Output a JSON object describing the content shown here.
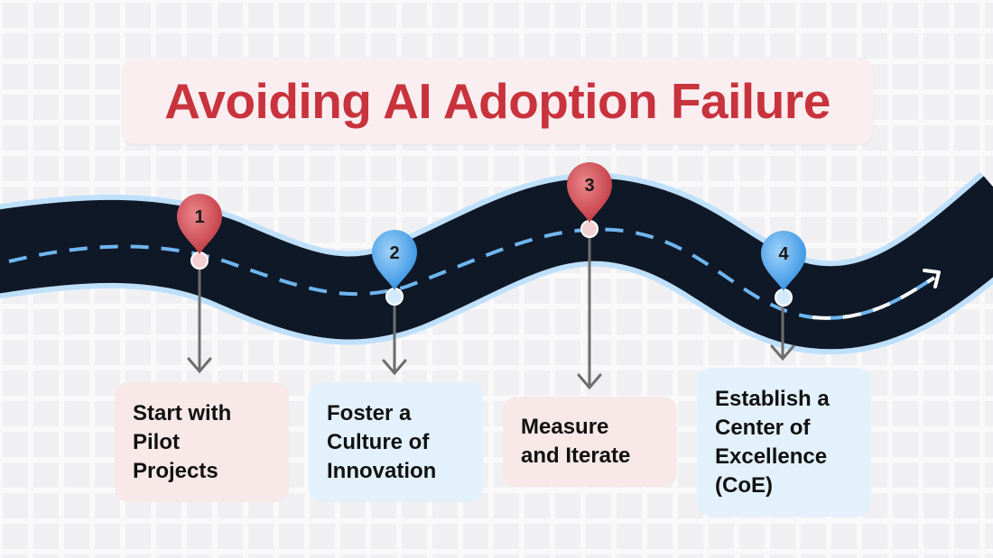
{
  "title": "Avoiding AI Adoption Failure",
  "colors": {
    "red": "#c8333d",
    "blue": "#3a9de8",
    "road": "#0f1826",
    "road_edge": "#bfe0fb",
    "card_red": "#f8e8e8",
    "card_blue": "#e3f1fc"
  },
  "steps": [
    {
      "number": "1",
      "label": "Start with\nPilot\nProjects",
      "color": "red"
    },
    {
      "number": "2",
      "label": "Foster a\nCulture of\nInnovation",
      "color": "blue"
    },
    {
      "number": "3",
      "label": "Measure\nand Iterate",
      "color": "red"
    },
    {
      "number": "4",
      "label": "Establish a\nCenter of\nExcellence\n(CoE)",
      "color": "blue"
    }
  ]
}
